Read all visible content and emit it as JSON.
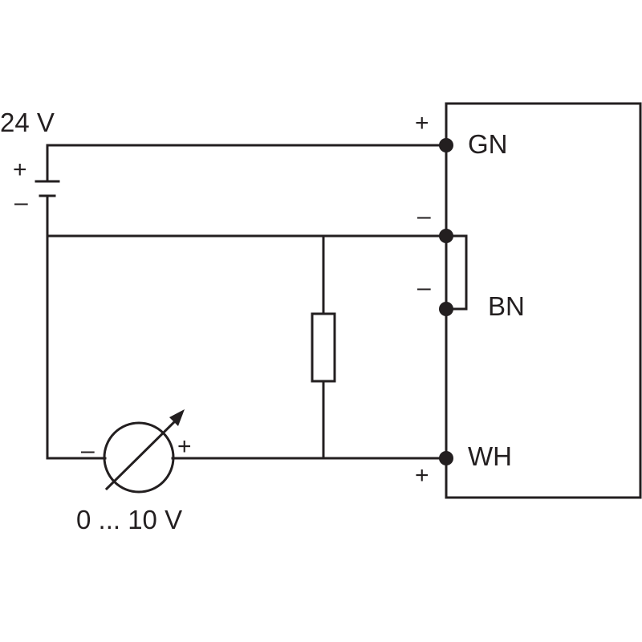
{
  "colors": {
    "ink": "#231f20",
    "background": "#ffffff"
  },
  "supply": {
    "voltage_label": "24 V",
    "plus_sign": "+",
    "minus_sign": "–"
  },
  "meter": {
    "range_label": "0 ... 10 V",
    "minus_sign": "–",
    "plus_sign": "+"
  },
  "terminals": {
    "gn": {
      "label": "GN",
      "polarity": "+"
    },
    "bn": {
      "label": "BN",
      "polarity_upper": "–",
      "polarity_lower": "–"
    },
    "wh": {
      "label": "WH",
      "polarity": "+"
    }
  },
  "icons": [
    "battery-icon",
    "resistor-icon",
    "adjustable-voltmeter-icon",
    "junction-dot-icon"
  ]
}
